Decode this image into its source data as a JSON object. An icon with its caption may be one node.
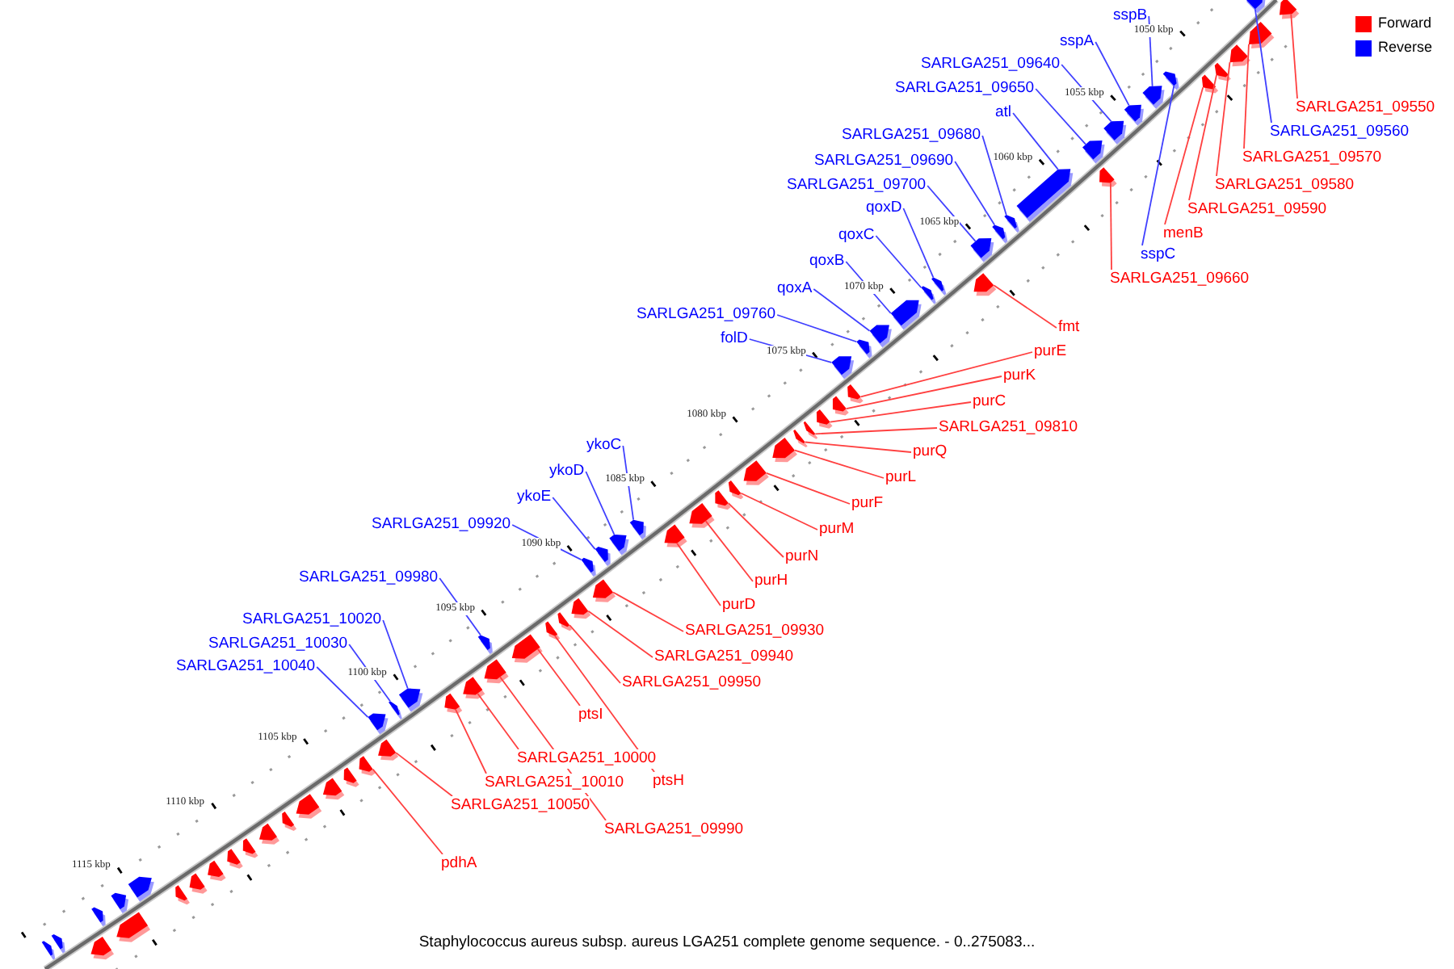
{
  "diagram": {
    "caption": "Staphylococcus aureus subsp. aureus LGA251 complete genome sequence. - 0..275083...",
    "nodes": [
      {
        "text": [
          "sspB"
        ]
      },
      {
        "text": [
          "sspA"
        ]
      },
      {
        "text": [
          "SARLGA251_09640"
        ]
      },
      {
        "text": [
          "SARLGA251_09650"
        ]
      },
      {
        "text": [
          "atl"
        ]
      },
      {
        "text": [
          "SARLGA251_09680"
        ]
      },
      {
        "text": [
          "SARLGA251_09690"
        ]
      },
      {
        "text": [
          "SARLGA251_09700"
        ]
      },
      {
        "text": [
          "qoxD"
        ]
      },
      {
        "text": [
          "qoxC"
        ]
      },
      {
        "text": [
          "qoxB"
        ]
      },
      {
        "text": [
          "qoxA"
        ]
      },
      {
        "text": [
          "SARLGA251_09760"
        ]
      },
      {
        "text": [
          "folD"
        ]
      },
      {
        "text": [
          "ykoC"
        ]
      },
      {
        "text": [
          "ykoD"
        ]
      },
      {
        "text": [
          "ykoE"
        ]
      },
      {
        "text": [
          "SARLGA251_09920"
        ]
      },
      {
        "text": [
          "SARLGA251_09980"
        ]
      },
      {
        "text": [
          "SARLGA251_10020"
        ]
      },
      {
        "text": [
          "SARLGA251_10030"
        ]
      },
      {
        "text": [
          "SARLGA251_10040"
        ]
      },
      {
        "text": [
          "SARLGA251_09550"
        ]
      },
      {
        "text": [
          "SARLGA251_09560"
        ]
      },
      {
        "text": [
          "SARLGA251_09570"
        ]
      },
      {
        "text": [
          "SARLGA251_09580"
        ]
      },
      {
        "text": [
          "SARLGA251_09590"
        ]
      },
      {
        "text": [
          "menB"
        ]
      },
      {
        "text": [
          "sspC"
        ]
      },
      {
        "text": [
          "SARLGA251_09660"
        ]
      },
      {
        "text": [
          "fmt"
        ]
      },
      {
        "text": [
          "purE"
        ]
      },
      {
        "text": [
          "purK"
        ]
      },
      {
        "text": [
          "purC"
        ]
      },
      {
        "text": [
          "SARLGA251_09810"
        ]
      },
      {
        "text": [
          "purQ"
        ]
      },
      {
        "text": [
          "purL"
        ]
      },
      {
        "text": [
          "purF"
        ]
      },
      {
        "text": [
          "purM"
        ]
      },
      {
        "text": [
          "purN"
        ]
      },
      {
        "text": [
          "purH"
        ]
      },
      {
        "text": [
          "purD"
        ]
      },
      {
        "text": [
          "SARLGA251_09930"
        ]
      },
      {
        "text": [
          "SARLGA251_09940"
        ]
      },
      {
        "text": [
          "SARLGA251_09950"
        ]
      },
      {
        "text": [
          "ptsI"
        ]
      },
      {
        "text": [
          "SARLGA251_10000"
        ]
      },
      {
        "text": [
          "ptsH"
        ]
      },
      {
        "text": [
          "SARLGA251_10010"
        ]
      },
      {
        "text": [
          "SARLGA251_09990"
        ]
      },
      {
        "text": [
          "SARLGA251_10050"
        ]
      },
      {
        "text": [
          "pdhA"
        ]
      },
      {
        "text": [],
        "shape": "arrow"
      },
      {
        "text": [],
        "shape": "arrow"
      },
      {
        "text": [],
        "shape": "arrow"
      },
      {
        "text": [],
        "shape": "arrow"
      },
      {
        "text": [],
        "shape": "arrow"
      },
      {
        "text": [],
        "shape": "arrow"
      },
      {
        "text": [],
        "shape": "arrow"
      },
      {
        "text": [],
        "shape": "arrow"
      },
      {
        "text": [],
        "shape": "arrow"
      },
      {
        "text": [],
        "shape": "arrow"
      },
      {
        "text": [],
        "shape": "arrow"
      },
      {
        "text": [],
        "shape": "arrow"
      },
      {
        "text": [],
        "shape": "arrow"
      },
      {
        "text": [],
        "shape": "arrow"
      },
      {
        "text": [],
        "shape": "arrow"
      },
      {
        "text": [],
        "shape": "arrow"
      },
      {
        "text": [],
        "shape": "arrow"
      },
      {
        "text": [],
        "shape": "arrow"
      },
      {
        "text": [],
        "shape": "arrow"
      },
      {
        "text": [],
        "shape": "arrow"
      },
      {
        "text": [],
        "shape": "arrow"
      },
      {
        "text": [],
        "shape": "arrow"
      },
      {
        "text": [],
        "shape": "arrow"
      },
      {
        "text": [],
        "shape": "arrow"
      },
      {
        "text": [],
        "shape": "arrow"
      },
      {
        "text": [],
        "shape": "arrow"
      },
      {
        "text": [],
        "shape": "arrow"
      },
      {
        "text": [],
        "shape": "arrow"
      },
      {
        "text": [],
        "shape": "arrow"
      },
      {
        "text": [],
        "shape": "arrow"
      },
      {
        "text": [],
        "shape": "arrow"
      },
      {
        "text": [],
        "shape": "arrow"
      },
      {
        "text": [],
        "shape": "arrow"
      },
      {
        "text": [],
        "shape": "arrow"
      },
      {
        "text": [],
        "shape": "arrow"
      },
      {
        "text": [],
        "shape": "arrow"
      },
      {
        "text": [],
        "shape": "arrow"
      },
      {
        "text": [],
        "shape": "arrow"
      },
      {
        "text": [],
        "shape": "arrow"
      },
      {
        "text": [],
        "shape": "arrow"
      },
      {
        "text": [],
        "shape": "arrow"
      },
      {
        "text": [],
        "shape": "arrow"
      },
      {
        "text": [],
        "shape": "arrow"
      },
      {
        "text": [],
        "shape": "arrow"
      },
      {
        "text": [],
        "shape": "arrow"
      },
      {
        "text": [],
        "shape": "arrow"
      },
      {
        "text": [],
        "shape": "arrow"
      },
      {
        "text": [],
        "shape": "arrow"
      },
      {
        "text": [],
        "shape": "arrow"
      },
      {
        "text": [],
        "shape": "arrow"
      },
      {
        "text": [],
        "shape": "arrow"
      },
      {
        "text": [],
        "shape": "arrow"
      },
      {
        "text": [],
        "shape": "arrow"
      },
      {
        "text": [],
        "shape": "arrow"
      },
      {
        "text": [],
        "shape": "arrow"
      },
      {
        "text": [],
        "shape": "arrow"
      },
      {
        "text": [],
        "shape": "arrow"
      },
      {
        "text": [],
        "shape": "arrow"
      },
      {
        "text": [],
        "shape": "arrow"
      },
      {
        "text": [],
        "shape": "arrow"
      },
      {
        "text": [],
        "shape": "arrow"
      },
      {
        "text": [],
        "shape": "arrow"
      },
      {
        "text": [],
        "shape": "arrow"
      },
      {
        "text": [],
        "shape": "arrow"
      },
      {
        "text": [],
        "shape": "arrow"
      },
      {
        "text": [],
        "shape": "arrow"
      },
      {
        "text": [],
        "shape": "arrow"
      },
      {
        "text": [],
        "shape": "arrow"
      },
      {
        "text": [],
        "shape": "arrow"
      }
    ],
    "edges": [
      {
        "from": 0,
        "to": 59,
        "arrow": "none",
        "color": "#4040ff"
      },
      {
        "from": 1,
        "to": 60,
        "arrow": "none",
        "color": "#4040ff"
      },
      {
        "from": 2,
        "to": 61,
        "arrow": "none",
        "color": "#4040ff"
      },
      {
        "from": 3,
        "to": 62,
        "arrow": "none",
        "color": "#4040ff"
      },
      {
        "from": 4,
        "to": 64,
        "arrow": "none",
        "color": "#4040ff"
      },
      {
        "from": 5,
        "to": 65,
        "arrow": "none",
        "color": "#4040ff"
      },
      {
        "from": 6,
        "to": 66,
        "arrow": "none",
        "color": "#4040ff"
      },
      {
        "from": 7,
        "to": 67,
        "arrow": "none",
        "color": "#4040ff"
      },
      {
        "from": 8,
        "to": 68,
        "arrow": "none",
        "color": "#4040ff"
      },
      {
        "from": 9,
        "to": 70,
        "arrow": "none",
        "color": "#4040ff"
      },
      {
        "from": 10,
        "to": 71,
        "arrow": "none",
        "color": "#4040ff"
      },
      {
        "from": 11,
        "to": 72,
        "arrow": "none",
        "color": "#4040ff"
      },
      {
        "from": 12,
        "to": 73,
        "arrow": "none",
        "color": "#4040ff"
      },
      {
        "from": 13,
        "to": 74,
        "arrow": "none",
        "color": "#4040ff"
      },
      {
        "from": 14,
        "to": 85,
        "arrow": "none",
        "color": "#4040ff"
      },
      {
        "from": 15,
        "to": 87,
        "arrow": "none",
        "color": "#4040ff"
      },
      {
        "from": 16,
        "to": 88,
        "arrow": "none",
        "color": "#4040ff"
      },
      {
        "from": 17,
        "to": 89,
        "arrow": "none",
        "color": "#4040ff"
      },
      {
        "from": 18,
        "to": 94,
        "arrow": "none",
        "color": "#4040ff"
      },
      {
        "from": 19,
        "to": 98,
        "arrow": "none",
        "color": "#4040ff"
      },
      {
        "from": 20,
        "to": 100,
        "arrow": "none",
        "color": "#4040ff"
      },
      {
        "from": 21,
        "to": 101,
        "arrow": "none",
        "color": "#4040ff"
      },
      {
        "from": 22,
        "to": 53,
        "arrow": "none"
      },
      {
        "from": 23,
        "to": 52,
        "arrow": "none",
        "color": "#4040ff"
      },
      {
        "from": 24,
        "to": 54,
        "arrow": "none"
      },
      {
        "from": 25,
        "to": 55,
        "arrow": "none"
      },
      {
        "from": 26,
        "to": 57,
        "arrow": "none"
      },
      {
        "from": 27,
        "to": 58,
        "arrow": "none"
      },
      {
        "from": 28,
        "to": 56,
        "arrow": "none",
        "color": "#4040ff"
      },
      {
        "from": 29,
        "to": 63,
        "arrow": "none"
      },
      {
        "from": 30,
        "to": 69,
        "arrow": "none"
      },
      {
        "from": 31,
        "to": 75,
        "arrow": "none"
      },
      {
        "from": 32,
        "to": 76,
        "arrow": "none"
      },
      {
        "from": 33,
        "to": 77,
        "arrow": "none"
      },
      {
        "from": 34,
        "to": 78,
        "arrow": "none"
      },
      {
        "from": 35,
        "to": 79,
        "arrow": "none"
      },
      {
        "from": 36,
        "to": 80,
        "arrow": "none"
      },
      {
        "from": 37,
        "to": 81,
        "arrow": "none"
      },
      {
        "from": 38,
        "to": 82,
        "arrow": "none"
      },
      {
        "from": 39,
        "to": 83,
        "arrow": "none"
      },
      {
        "from": 40,
        "to": 84,
        "arrow": "none"
      },
      {
        "from": 41,
        "to": 86,
        "arrow": "none"
      },
      {
        "from": 42,
        "to": 90,
        "arrow": "none"
      },
      {
        "from": 43,
        "to": 91,
        "arrow": "none"
      },
      {
        "from": 44,
        "to": 92,
        "arrow": "none"
      },
      {
        "from": 45,
        "to": 95,
        "arrow": "none"
      },
      {
        "from": 46,
        "to": 97,
        "arrow": "none"
      },
      {
        "from": 47,
        "to": 93,
        "arrow": "none"
      },
      {
        "from": 48,
        "to": 99,
        "arrow": "none"
      },
      {
        "from": 49,
        "to": 96,
        "arrow": "none"
      },
      {
        "from": 50,
        "to": 102,
        "arrow": "none"
      },
      {
        "from": 51,
        "to": 103,
        "arrow": "none"
      }
    ],
    "labels": [
      "1050 kbp",
      "1055 kbp",
      "1060 kbp",
      "1065 kbp",
      "1070 kbp",
      "1075 kbp",
      "1080 kbp",
      "1085 kbp",
      "1090 kbp",
      "1095 kbp",
      "1100 kbp",
      "1105 kbp",
      "1110 kbp",
      "1115 kbp"
    ],
    "legend": [
      {
        "text": "Forward",
        "color": "#ff0000"
      },
      {
        "text": "Reverse",
        "color": "#0000ff"
      }
    ]
  }
}
